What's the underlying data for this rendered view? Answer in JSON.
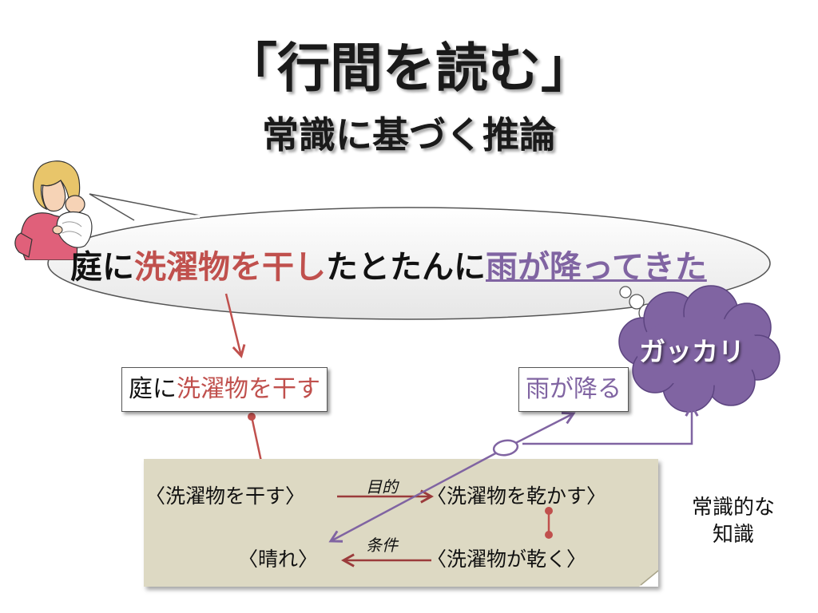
{
  "title": "「行間を読む」",
  "subtitle": "常識に基づく推論",
  "sentence": {
    "part1": "庭に",
    "part2": "洗濯物を干し",
    "part3": "たとたんに",
    "part4": "雨が降ってきた"
  },
  "box_left": {
    "part1": "庭に",
    "part2": "洗濯物を干す"
  },
  "box_right": {
    "text": "雨が降る"
  },
  "cloud": {
    "text": "ガッカリ"
  },
  "knowledge": {
    "hang": "〈洗濯物を干す〉",
    "dry_make": "〈洗濯物を乾かす〉",
    "sunny": "〈晴れ〉",
    "dries": "〈洗濯物が乾く〉",
    "label_purpose": "目的",
    "label_condition": "条件"
  },
  "side_label": {
    "line1": "常識的な",
    "line2": "知識"
  },
  "colors": {
    "red": "#c0504d",
    "dark_red": "#9b3b3b",
    "purple": "#8064a2",
    "cloud_fill": "#8064a2",
    "panel": "#ddd9c3"
  },
  "icons": {
    "person": "mother-with-baby-icon"
  }
}
